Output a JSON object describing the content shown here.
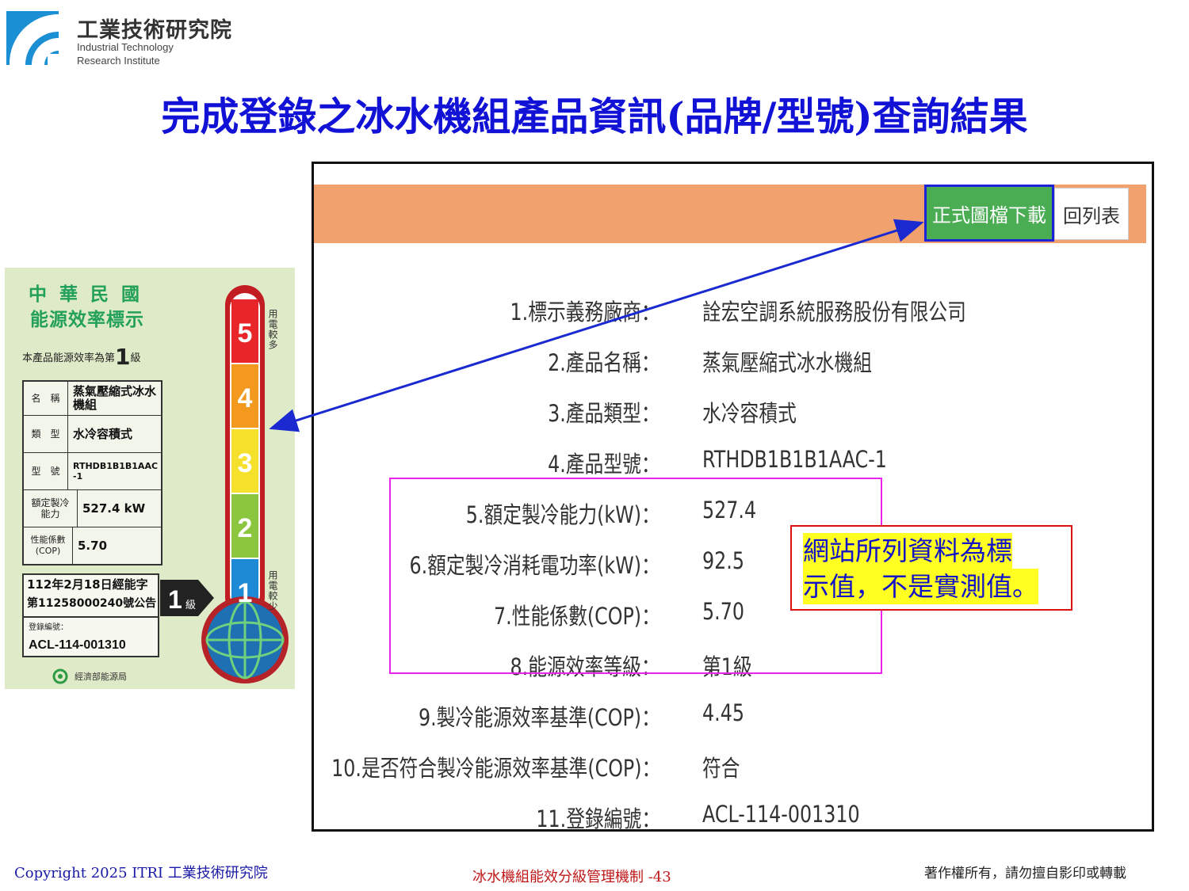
{
  "header": {
    "org_zh": "工業技術研究院",
    "org_en_line1": "Industrial Technology",
    "org_en_line2": "Research Institute",
    "title": "完成登錄之冰水機組產品資訊(品牌/型號)查詢結果"
  },
  "energy_label": {
    "country": "中華民國",
    "title": "能源效率標示",
    "grade_prefix": "本產品能源效率為第",
    "grade": "1",
    "grade_suffix": "級",
    "rows": [
      {
        "key": "名　稱",
        "value": "蒸氣壓縮式冰水機組"
      },
      {
        "key": "類　型",
        "value": "水冷容積式"
      },
      {
        "key": "型　號",
        "value": "RTHDB1B1B1AAC-1"
      },
      {
        "key": "額定製冷能力",
        "value": "527.4 kW"
      },
      {
        "key": "性能係數(COP)",
        "value": "5.70"
      }
    ],
    "notice_line1": "112年2月18日經能字",
    "notice_line2": "第11258000240號公告",
    "reg_key": "登錄編號：",
    "reg_value": "ACL-114-001310",
    "arrow_grade": "1",
    "arrow_unit": "級",
    "scale": [
      "5",
      "4",
      "3",
      "2",
      "1"
    ],
    "more_power": "用電較多",
    "less_power": "用電較少",
    "agency": "經濟部能源局",
    "colors": {
      "5": "#e8262a",
      "4": "#f39a1e",
      "3": "#f5e12c",
      "2": "#8cc63f",
      "1": "#1e8ad6"
    }
  },
  "web": {
    "download_label": "正式圖檔下載",
    "back_label": "回列表",
    "rows": [
      {
        "key": "1.標示義務廠商：",
        "value": "詮宏空調系統服務股份有限公司"
      },
      {
        "key": "2.產品名稱：",
        "value": "蒸氣壓縮式冰水機組"
      },
      {
        "key": "3.產品類型：",
        "value": "水冷容積式"
      },
      {
        "key": "4.產品型號：",
        "value": "RTHDB1B1B1AAC-1"
      },
      {
        "key": "5.額定製冷能力(kW)：",
        "value": "527.4"
      },
      {
        "key": "6.額定製冷消耗電功率(kW)：",
        "value": "92.5"
      },
      {
        "key": "7.性能係數(COP)：",
        "value": "5.70"
      },
      {
        "key": "8.能源效率等級：",
        "value": "第1級"
      },
      {
        "key": "9.製冷能源效率基準(COP)：",
        "value": "4.45"
      },
      {
        "key": "10.是否符合製冷能源效率基準(COP)：",
        "value": "符合"
      },
      {
        "key": "11.登錄編號：",
        "value": "ACL-114-001310"
      }
    ]
  },
  "note": {
    "line1": "網站所列資料為標",
    "line2": "示值，不是實測值。"
  },
  "footer": {
    "copyright": "Copyright 2025 ITRI 工業技術研究院",
    "center": "冰水機組能效分級管理機制 -43",
    "right": "著作權所有，請勿擅自影印或轉載"
  }
}
